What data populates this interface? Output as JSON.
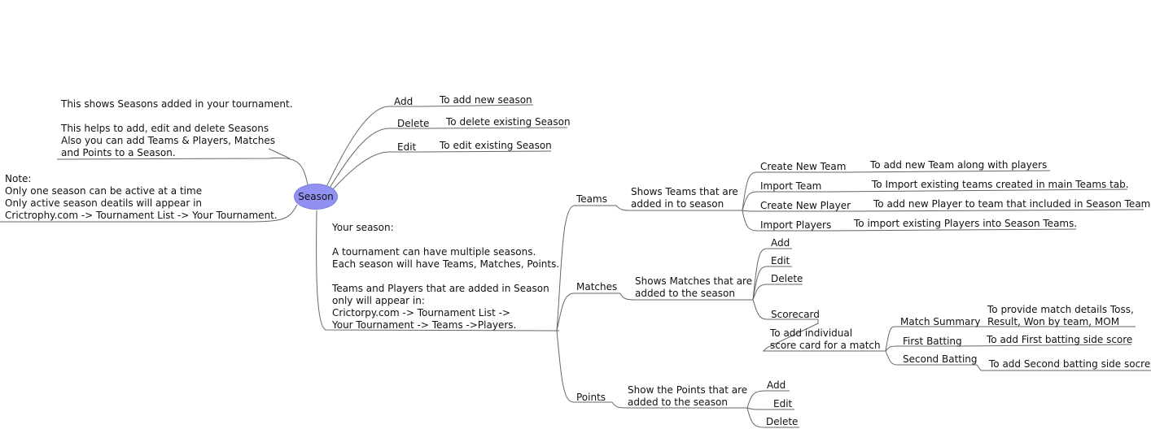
{
  "root": {
    "label": "Season"
  },
  "notes": {
    "shows": "This shows Seasons added in your tournament.\n\nThis helps to add, edit and delete Seasons\nAlso you can add Teams & Players, Matches\nand Points to a Season.",
    "note": "Note:\nOnly one season can be active at a time\nOnly active season deatils will appear in\nCrictrophy.com -> Tournament List -> Your Tournament.",
    "your_season": "Your season:\n\nA tournament can have multiple seasons.\nEach season will have Teams, Matches, Points.\n\nTeams and Players that are added in Season\nonly will appear in:\nCrictorpy.com -> Tournament List ->\nYour Tournament -> Teams ->Players."
  },
  "season_actions": [
    {
      "label": "Add",
      "desc": "To add new season"
    },
    {
      "label": "Delete",
      "desc": "To delete existing Season"
    },
    {
      "label": "Edit",
      "desc": "To edit existing Season"
    }
  ],
  "teams": {
    "label": "Teams",
    "desc": "Shows Teams that are\nadded in to season",
    "items": [
      {
        "label": "Create New Team",
        "desc": "To add new Team along with players"
      },
      {
        "label": "Import Team",
        "desc": "To Import existing teams created in main Teams tab."
      },
      {
        "label": "Create New Player",
        "desc": "To add new Player to team that included in Season Team"
      },
      {
        "label": "Import Players",
        "desc": "To import existing Players into Season Teams."
      }
    ]
  },
  "matches": {
    "label": "Matches",
    "desc": "Shows Matches that are\nadded to the season",
    "items": [
      "Add",
      "Edit",
      "Delete"
    ],
    "scorecard": {
      "label": "Scorecard",
      "desc": "To add individual\nscore card for a match",
      "items": [
        {
          "label": "Match Summary",
          "desc": "To provide match details Toss,\nResult, Won by team, MOM"
        },
        {
          "label": "First Batting",
          "desc": "To add First batting side score"
        },
        {
          "label": "Second Batting",
          "desc": "To add Second batting side socre"
        }
      ]
    }
  },
  "points": {
    "label": "Points",
    "desc": "Show the Points that are\nadded to the season",
    "items": [
      "Add",
      "Edit",
      "Delete"
    ]
  }
}
